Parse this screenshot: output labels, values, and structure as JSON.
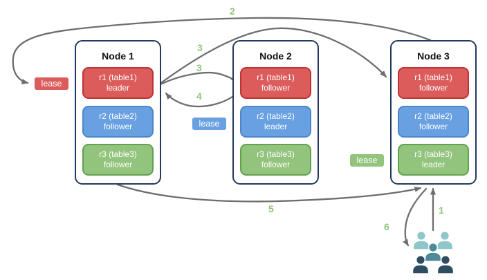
{
  "diagram": {
    "nodes": [
      {
        "title": "Node 1",
        "replicas": [
          {
            "name": "r1 (table1)",
            "role": "leader"
          },
          {
            "name": "r2 (table2)",
            "role": "follower"
          },
          {
            "name": "r3 (table3)",
            "role": "follower"
          }
        ]
      },
      {
        "title": "Node 2",
        "replicas": [
          {
            "name": "r1 (table1)",
            "role": "follower"
          },
          {
            "name": "r2 (table2)",
            "role": "leader"
          },
          {
            "name": "r3 (table3)",
            "role": "follower"
          }
        ]
      },
      {
        "title": "Node 3",
        "replicas": [
          {
            "name": "r1 (table1)",
            "role": "follower"
          },
          {
            "name": "r2 (table2)",
            "role": "follower"
          },
          {
            "name": "r3 (table3)",
            "role": "leader"
          }
        ]
      }
    ],
    "leases": [
      {
        "label": "lease",
        "color": "#DC5B5B"
      },
      {
        "label": "lease",
        "color": "#68A0E2"
      },
      {
        "label": "lease",
        "color": "#93C47D"
      }
    ],
    "steps": {
      "s1": "1",
      "s2": "2",
      "s3a": "3",
      "s3b": "3",
      "s4": "4",
      "s5": "5",
      "s6": "6"
    },
    "icons": {
      "users": "users-group-icon"
    },
    "colors": {
      "replica_red": "#DC5B5B",
      "replica_blue": "#68A0E2",
      "replica_green": "#93C47D",
      "node_border": "#22395E",
      "arrow_gray": "#6E6E6E",
      "step_label_green": "#93C47D",
      "users_light_teal": "#8EC6C9",
      "users_mid_teal": "#4E8B98",
      "users_dark_slate": "#2E4D61"
    }
  }
}
